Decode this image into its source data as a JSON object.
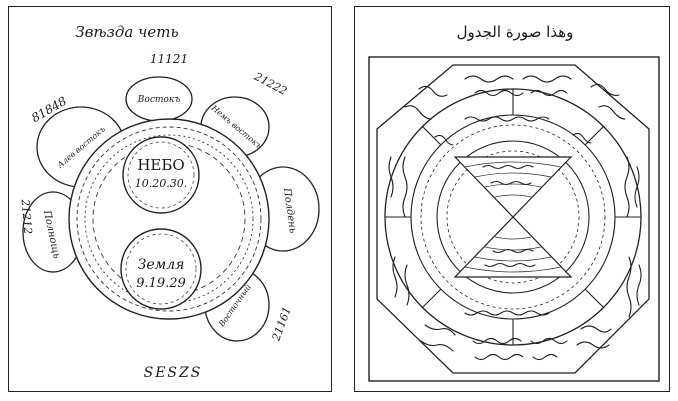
{
  "left": {
    "title": "Звѣзда четь",
    "top_number": "11121",
    "bottom_number": "SESZS",
    "heaven_label": "НЕБО",
    "heaven_number": "10.20.30.",
    "earth_label": "Земля",
    "earth_number": "9.19.29",
    "lobes": [
      {
        "text": "Востокъ"
      },
      {
        "text": "Полдень"
      },
      {
        "text": "Полнощь"
      },
      {
        "text": "Немъ востокъ"
      },
      {
        "text": "Алеѳ востокъ"
      },
      {
        "text": "Восточный"
      }
    ],
    "edge_numbers": [
      {
        "text": "81848"
      },
      {
        "text": "21222"
      },
      {
        "text": "21212"
      },
      {
        "text": "21161"
      }
    ]
  },
  "right": {
    "title": "وهذا صورة الجدول"
  },
  "colors": {
    "ink": "#1a1a1a",
    "paper": "#ffffff"
  }
}
